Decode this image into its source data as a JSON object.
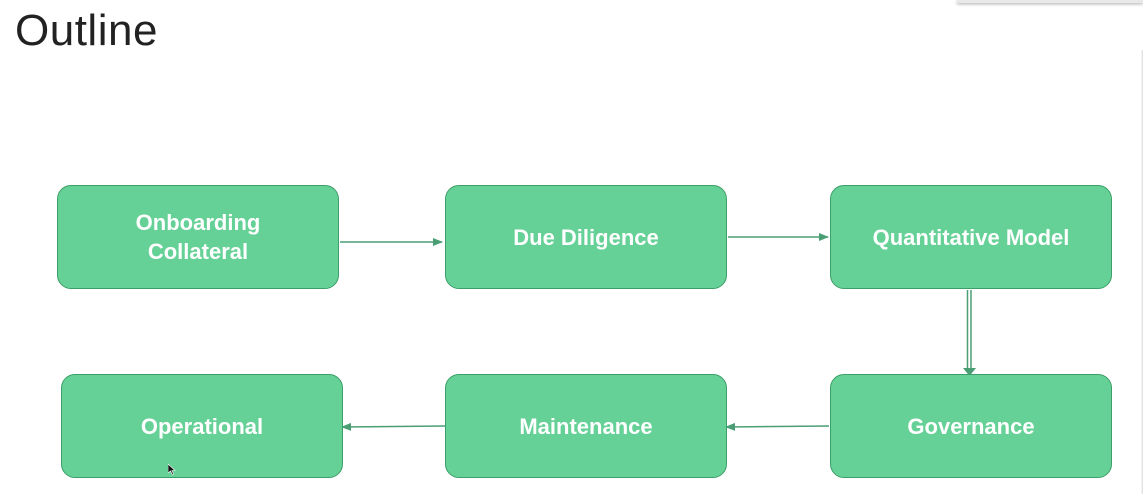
{
  "slide": {
    "title": "Outline"
  },
  "colors": {
    "node_fill": "#66d197",
    "node_border": "#3c9e68",
    "node_text": "#ffffff",
    "edge": "#4a9e74"
  },
  "nodes": [
    {
      "id": "onboarding",
      "label_lines": [
        "Onboarding",
        "Collateral"
      ]
    },
    {
      "id": "due-diligence",
      "label_lines": [
        "Due Diligence"
      ]
    },
    {
      "id": "quantitative-model",
      "label_lines": [
        "Quantitative Model"
      ]
    },
    {
      "id": "governance",
      "label_lines": [
        "Governance"
      ]
    },
    {
      "id": "maintenance",
      "label_lines": [
        "Maintenance"
      ]
    },
    {
      "id": "operational",
      "label_lines": [
        "Operational"
      ]
    }
  ],
  "edges": [
    {
      "from": "onboarding",
      "to": "due-diligence"
    },
    {
      "from": "due-diligence",
      "to": "quantitative-model"
    },
    {
      "from": "quantitative-model",
      "to": "governance"
    },
    {
      "from": "governance",
      "to": "maintenance"
    },
    {
      "from": "maintenance",
      "to": "operational"
    }
  ]
}
